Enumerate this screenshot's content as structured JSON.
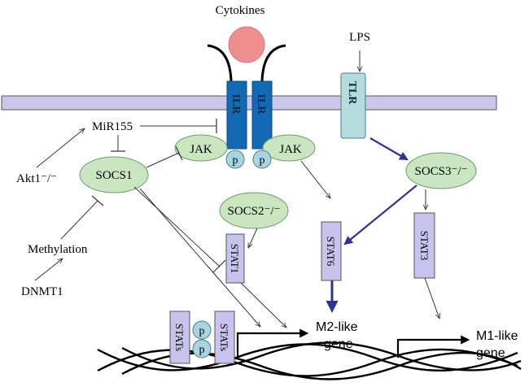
{
  "labels": {
    "cytokines": "Cytokines",
    "lps": "LPS",
    "ilr_left": "ILR",
    "ilr_right": "ILR",
    "tlr": "TLR",
    "mir155": "MiR155",
    "akt1": "Akt1⁻/⁻",
    "socs1": "SOCS1",
    "jak_left": "JAK",
    "jak_right": "JAK",
    "p_left": "p",
    "p_right": "p",
    "socs3": "SOCS3⁻/⁻",
    "socs2": "SOCS2⁻/⁻",
    "methylation": "Methylation",
    "dnmt1": "DNMT1",
    "stat1": "STAT1",
    "stat6_mid": "STAT6",
    "stat3": "STAT3",
    "stats_left": "STATs",
    "stats_right": "STATs",
    "p_dimer_top": "p",
    "p_dimer_bottom": "p",
    "m2_gene_line1": "M2-like",
    "m2_gene_line2": "gene",
    "m1_gene_line1": "M1-like",
    "m1_gene_line2": "gene"
  },
  "colors": {
    "membrane": "#c9c8ea",
    "receptor_blue": "#1469b4",
    "tlr_fill": "#b4dcdc",
    "green_oval": "#c9e6c0",
    "stat_box": "#c6c4ec",
    "p_circle": "#a8d4e0",
    "cytokine": "#ef8e8e",
    "blue_arrow": "#2f3494"
  }
}
